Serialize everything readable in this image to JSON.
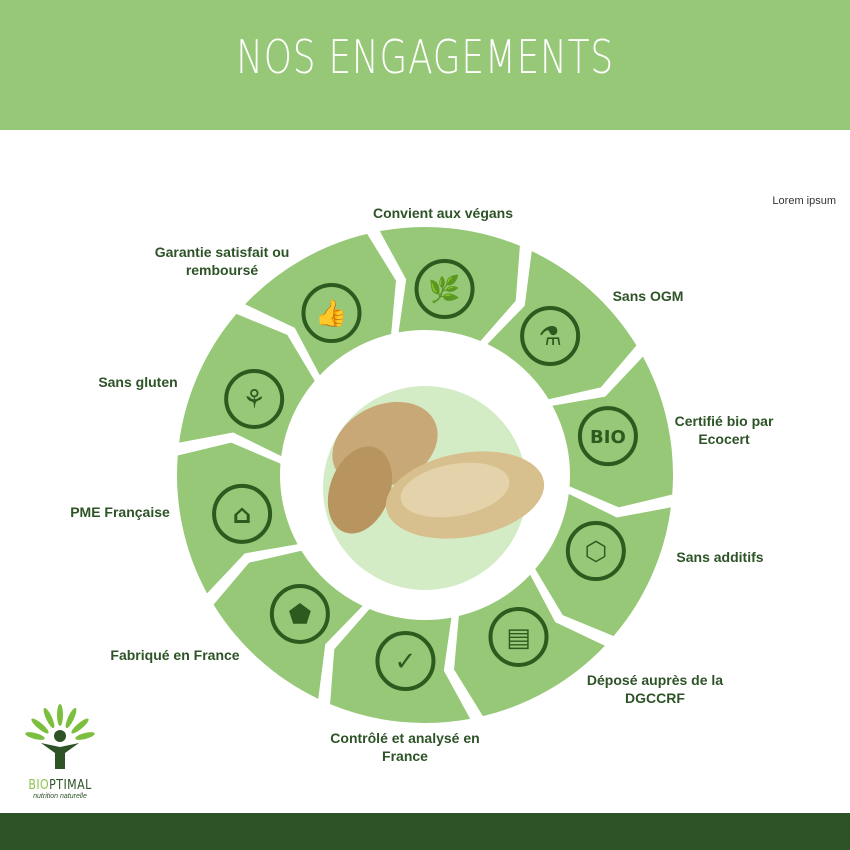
{
  "header": {
    "title": "NOS ENGAGEMENTS"
  },
  "note": "Lorem ipsum",
  "colors": {
    "segment": "#96c877",
    "icon": "#2d5a1f",
    "center": "#d4ecc6",
    "header": "#96c877",
    "footer": "#2d5327"
  },
  "engagements": [
    {
      "label": "Convient aux végans",
      "icon": "leaves-icon",
      "glyph": "🌿"
    },
    {
      "label": "Sans OGM",
      "icon": "no-gmo-flask-icon",
      "glyph": "⚗"
    },
    {
      "label": "Certifié bio par Ecocert",
      "icon": "bio-icon",
      "glyph": "BIO"
    },
    {
      "label": "Sans additifs",
      "icon": "no-additives-molecule-icon",
      "glyph": "⬡"
    },
    {
      "label": "Déposé auprès de la DGCCRF",
      "icon": "certificate-icon",
      "glyph": "▤"
    },
    {
      "label": "Contrôlé et analysé en France",
      "icon": "clipboard-check-icon",
      "glyph": "✓"
    },
    {
      "label": "Fabriqué en France",
      "icon": "france-map-icon",
      "glyph": "⬟"
    },
    {
      "label": "PME Française",
      "icon": "house-icon",
      "glyph": "⌂"
    },
    {
      "label": "Sans gluten",
      "icon": "no-gluten-wheat-icon",
      "glyph": "⚘"
    },
    {
      "label": "Garantie satisfait ou remboursé",
      "icon": "thumbs-up-icon",
      "glyph": "👍"
    }
  ],
  "logo": {
    "brand_a": "BIO",
    "brand_b": "PTIMAL",
    "tagline": "nutrition naturelle"
  }
}
